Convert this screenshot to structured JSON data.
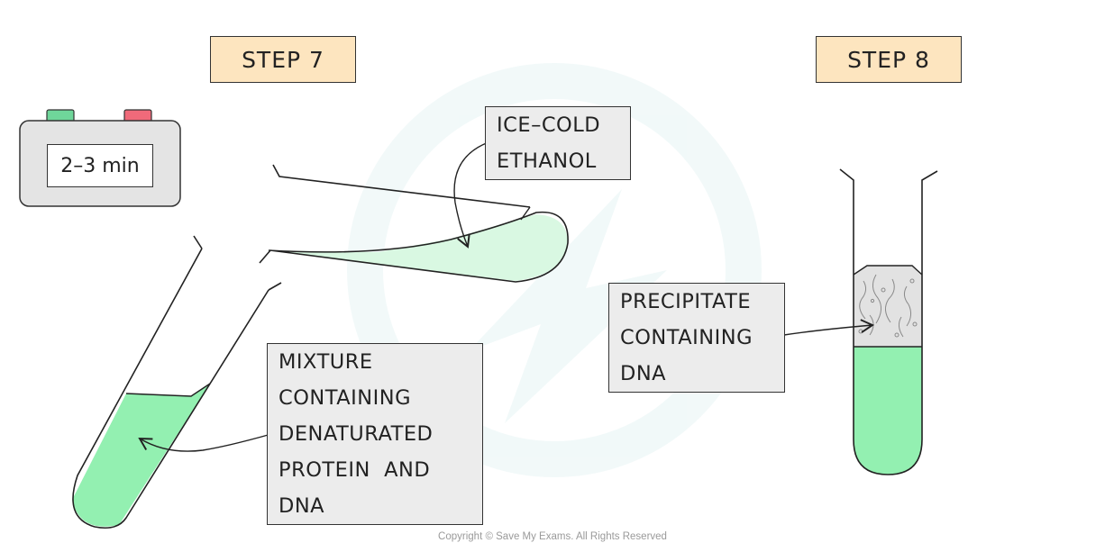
{
  "step7": {
    "title": "STEP 7"
  },
  "step8": {
    "title": "STEP 8"
  },
  "timer": {
    "display": "2–3 min"
  },
  "labels": {
    "ethanol": [
      "ICE–COLD",
      "ETHANOL"
    ],
    "mixture": [
      "MIXTURE",
      "CONTAINING",
      "DENATURATED",
      "PROTEIN  AND",
      "DNA"
    ],
    "precipitate": [
      "PRECIPITATE",
      "CONTAINING",
      "DNA"
    ]
  },
  "footer": {
    "copyright": "Copyright © Save My Exams. All Rights Reserved"
  },
  "colors": {
    "liquid_green": "#93f0b1",
    "light_green": "#d9f8e2",
    "label_bg": "#ececec",
    "step_bg": "#fde5bf",
    "timer_green_button": "#6fd69a",
    "timer_red_button": "#f06a7a",
    "timer_body": "#e4e4e4",
    "precipitate_grey": "#e2e2e2"
  }
}
